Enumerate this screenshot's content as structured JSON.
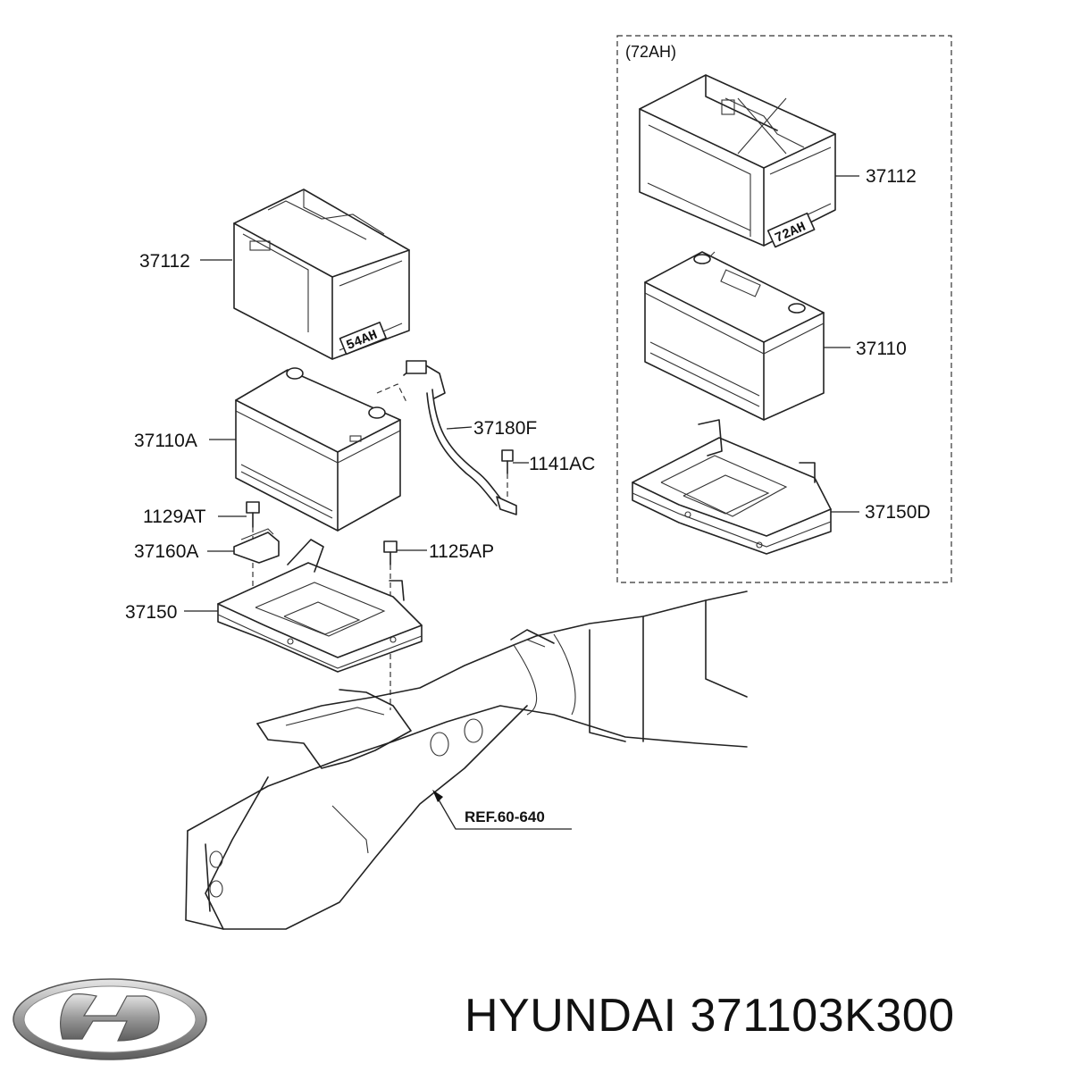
{
  "inset": {
    "title": "(72AH)",
    "labels": {
      "tray": "37112",
      "battery": "37110",
      "bracket": "37150D"
    },
    "tray_marking": "72AH"
  },
  "main": {
    "labels": {
      "tray": "37112",
      "battery": "37110A",
      "cable": "37180F",
      "bolt_cable": "1141AC",
      "bolt_clamp": "1129AT",
      "clamp": "37160A",
      "bolt_tray": "1125AP",
      "bracket": "37150"
    },
    "tray_marking": "54AH",
    "reference": "REF.60-640"
  },
  "footer": {
    "brand_text": "HYUNDAI 371103K300",
    "logo": "hyundai-logo"
  }
}
